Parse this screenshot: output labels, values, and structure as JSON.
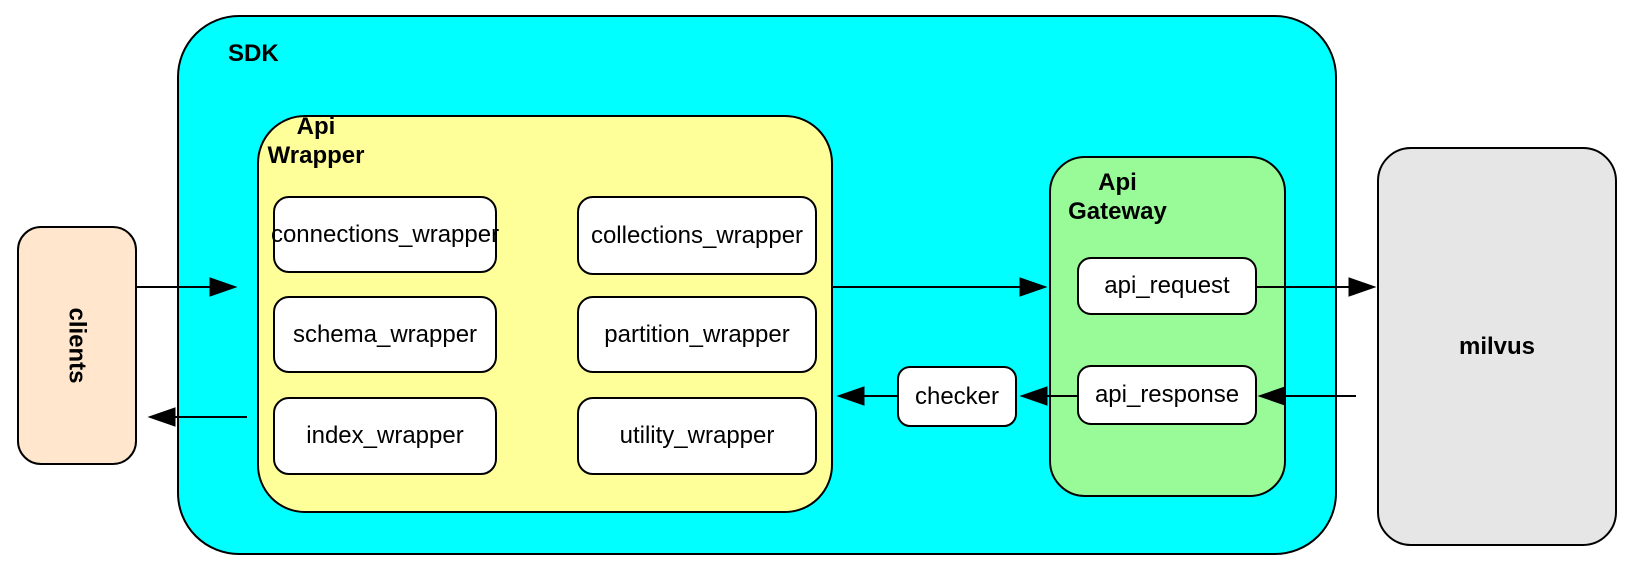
{
  "colors": {
    "background": "#ffffff",
    "sdk_fill": "#00ffff",
    "wrapper_fill": "#ffff99",
    "gateway_fill": "#98fb98",
    "clients_fill": "#ffe6cc",
    "milvus_fill": "#e6e6e6",
    "node_fill": "#ffffff",
    "border": "#000000"
  },
  "nodes": {
    "clients": {
      "label": "clients"
    },
    "sdk": {
      "label": "SDK"
    },
    "api_wrapper": {
      "label_line1": "Api",
      "label_line2": "Wrapper"
    },
    "api_gateway": {
      "label_line1": "Api",
      "label_line2": "Gateway"
    },
    "milvus": {
      "label": "milvus"
    },
    "wrappers": [
      {
        "label": "connections_wrapper"
      },
      {
        "label": "collections_wrapper"
      },
      {
        "label": "schema_wrapper"
      },
      {
        "label": "partition_wrapper"
      },
      {
        "label": "index_wrapper"
      },
      {
        "label": "utility_wrapper"
      }
    ],
    "checker": {
      "label": "checker"
    },
    "api_request": {
      "label": "api_request"
    },
    "api_response": {
      "label": "api_response"
    }
  }
}
